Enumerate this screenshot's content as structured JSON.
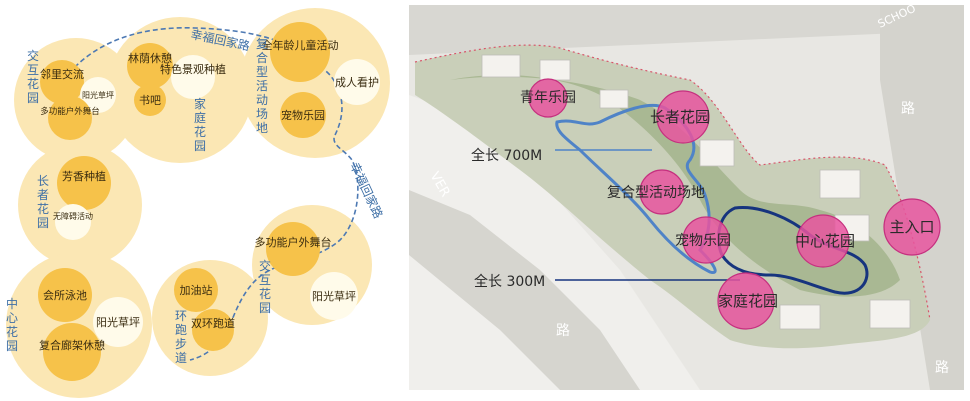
{
  "bubble_diagram": {
    "path_label": "幸福回家路",
    "zones": [
      {
        "id": "interactive-garden-top",
        "name": "交互花园",
        "items": [
          "邻里交流",
          "阳光草坪",
          "多功能户外舞台"
        ]
      },
      {
        "id": "family-garden",
        "name": "家庭花园",
        "items": [
          "林荫休憩",
          "特色景观种植",
          "书吧"
        ]
      },
      {
        "id": "complex-activity",
        "name": "复合型活动场地",
        "items": [
          "全年龄儿童活动",
          "成人看护",
          "宠物乐园"
        ]
      },
      {
        "id": "elder-garden",
        "name": "长者花园",
        "items": [
          "芳香种植",
          "无障碍活动"
        ]
      },
      {
        "id": "interactive-garden-right",
        "name": "交互花园",
        "items": [
          "多功能户外舞台",
          "阳光草坪"
        ]
      },
      {
        "id": "central-garden",
        "name": "中心花园",
        "items": [
          "会所泳池",
          "阳光草坪",
          "复合廊架休憩"
        ]
      },
      {
        "id": "running-trail",
        "name": "环跑步道",
        "items": [
          "加油站",
          "双环跑道"
        ]
      }
    ]
  },
  "site_plan": {
    "route_long_label": "全长 700M",
    "route_short_label": "全长 300M",
    "markers": [
      {
        "id": "youth-park",
        "label": "青年乐园"
      },
      {
        "id": "elder-garden",
        "label": "长者花园"
      },
      {
        "id": "complex-activity",
        "label": "复合型活动场地"
      },
      {
        "id": "pet-park",
        "label": "宠物乐园"
      },
      {
        "id": "central-garden",
        "label": "中心花园"
      },
      {
        "id": "main-entrance",
        "label": "主入口"
      },
      {
        "id": "family-garden",
        "label": "家庭花园"
      }
    ],
    "street_labels": [
      "SCHOO",
      "路",
      "路",
      "路"
    ],
    "river_label": "VER"
  },
  "colors": {
    "zone_fill": "#fbe7b4",
    "item_fill": "#f6c24a",
    "white_circle": "#fffbea",
    "label_blue": "#3e6fa6",
    "path_dash": "#4d79b3",
    "marker_fill": "#e7559f",
    "marker_stroke": "#c5307f",
    "route_light": "#4f83c7",
    "route_dark": "#16347e",
    "map_bg": "#e8e7e3"
  }
}
